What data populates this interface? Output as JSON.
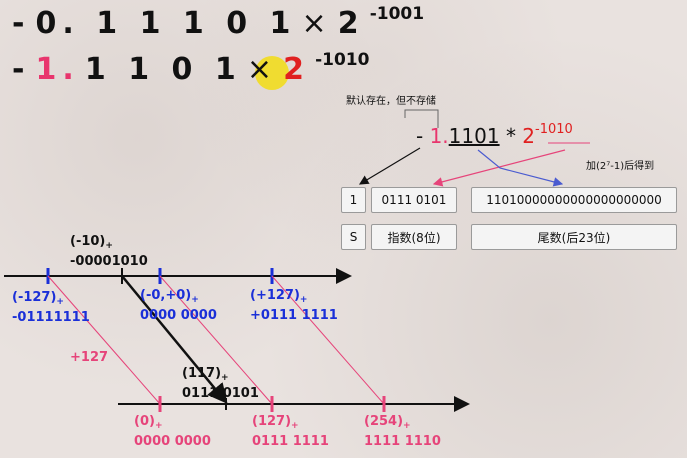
{
  "formula1": {
    "sign": "-",
    "mantissa": "0. 1 1 1 0 1",
    "times": "×",
    "base": "2",
    "exponent": "-1001"
  },
  "formula2": {
    "sign": "-",
    "leading": "1.",
    "mantissa": "1 1 0 1",
    "times": "×",
    "base": "2",
    "exponent": "-1010"
  },
  "note_hidden_bit": "默认存在，但不存储",
  "encoded": {
    "sign": "-",
    "leading": "1.",
    "fraction": "1101",
    "times": "*",
    "base": "2",
    "exponent": "-1010"
  },
  "note_bias": "加(2⁷-1)后得到",
  "fields": {
    "sign_value": "1",
    "exp_value": "0111 0101",
    "frac_value": "11010000000000000000000",
    "sign_label": "S",
    "exp_label": "指数(8位)",
    "frac_label": "尾数(后23位)"
  },
  "number_lines": {
    "top_marks": [
      {
        "value": "(-10)",
        "code": "-00001010"
      },
      {
        "value": "(-127)",
        "code": "-01111111"
      },
      {
        "value": "(-0,+0)",
        "code": "0000 0000"
      },
      {
        "value": "(+127)",
        "code": "+0111 1111"
      }
    ],
    "offset_label": "+127",
    "bottom_marks": [
      {
        "value": "(117)",
        "code": "0111 0101"
      },
      {
        "value": "(0)",
        "code": "0000 0000"
      },
      {
        "value": "(127)",
        "code": "0111 1111"
      },
      {
        "value": "(254)",
        "code": "1111 1110"
      }
    ],
    "plus_sign": "+"
  },
  "colors": {
    "pink": "#e8356d",
    "red": "#e02020",
    "blue": "#1a2fd8",
    "pink_line": "#e6447a",
    "highlight": "#f2dc1e"
  }
}
